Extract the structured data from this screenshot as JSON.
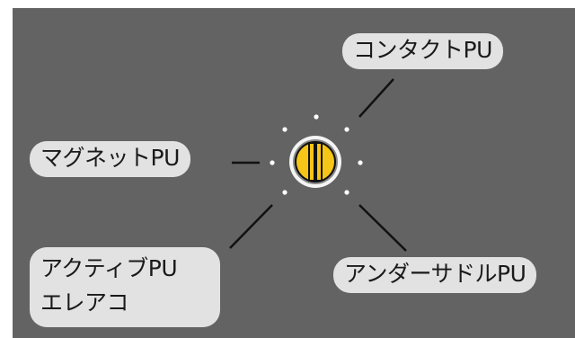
{
  "labels": {
    "contact": "コンタクトPU",
    "magnet": "マグネットPU",
    "under_saddle": "アンダーサドルPU",
    "active_line1": "アクティブPU",
    "active_line2": "エレアコ"
  },
  "knob": {
    "icon": "selector-knob-icon"
  },
  "colors": {
    "background": "#636363",
    "label_bg": "#e2e2e2",
    "knob_fill": "#f5c518",
    "lines": "#111111",
    "dots": "#ffffff"
  }
}
